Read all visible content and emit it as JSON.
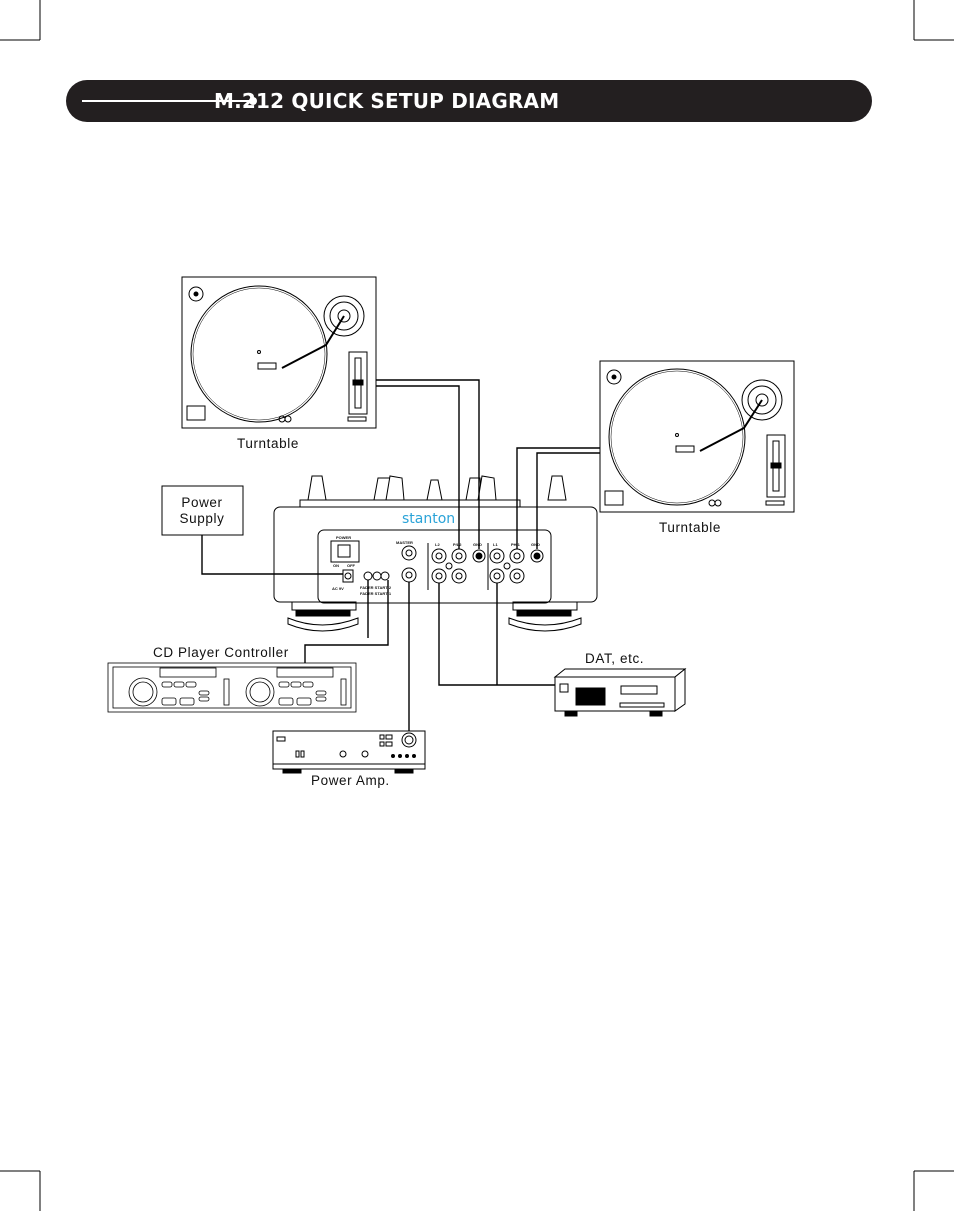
{
  "header": {
    "title": "M.212  QUICK SETUP DIAGRAM"
  },
  "labels": {
    "turntable_left": "Turntable",
    "turntable_right": "Turntable",
    "power_supply_line1": "Power",
    "power_supply_line2": "Supply",
    "cd_player": "CD Player Controller",
    "dat": "DAT, etc.",
    "power_amp": "Power Amp."
  },
  "mixer": {
    "brand": "stanton",
    "power": "POWER",
    "on": "ON",
    "off": "OFF",
    "ac": "AC 9V",
    "master": "MASTER",
    "fader_start_2": "FADER START 2",
    "fader_start_1": "FADER START 1",
    "l2": "L2",
    "ph2": "P/L2",
    "gnd_a": "GND",
    "l1": "L1",
    "ph1": "PH/1",
    "gnd_b": "GND"
  }
}
